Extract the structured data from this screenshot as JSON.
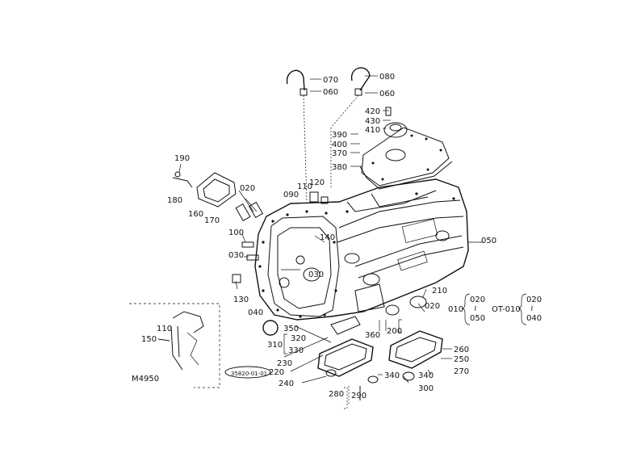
{
  "parts": {
    "p070": "070",
    "p060a": "060",
    "p080": "080",
    "p060b": "060",
    "p420": "420",
    "p430": "430",
    "p410": "410",
    "p390": "390",
    "p400": "400",
    "p370": "370",
    "p380": "380",
    "p190": "190",
    "p180": "180",
    "p160": "160",
    "p170": "170",
    "p020a": "020",
    "p110a": "110",
    "p120": "120",
    "p090": "090",
    "p100": "100",
    "p030a": "030",
    "p140": "140",
    "p130": "130",
    "p030b": "030",
    "p050a": "050",
    "p210": "210",
    "p020b": "020",
    "p040": "040",
    "p350": "350",
    "p320": "320",
    "p310": "310",
    "p330": "330",
    "p230": "230",
    "p220": "220",
    "p240": "240",
    "p360": "360",
    "p200": "200",
    "p260": "260",
    "p250": "250",
    "p270": "270",
    "p340a": "340",
    "p340b": "340",
    "p300": "300",
    "p280": "280",
    "p290": "290",
    "p110b": "110",
    "p150": "150"
  },
  "variant": {
    "left_prefix": "010",
    "left_top": "020",
    "left_tilde": "≀",
    "left_bottom": "050",
    "right_prefix": "OT-010",
    "right_top": "020",
    "right_tilde": "≀",
    "right_bottom": "040"
  },
  "inset_code": "M4950",
  "drawing_number": "35820-01-01"
}
